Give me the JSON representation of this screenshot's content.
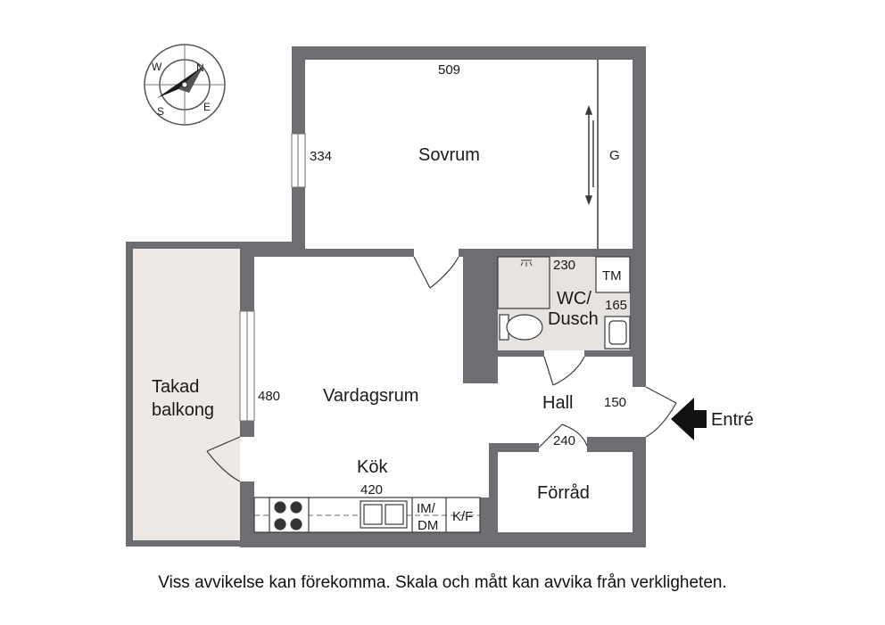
{
  "rooms": {
    "sovrum": "Sovrum",
    "vardagsrum": "Vardagsrum",
    "kok": "Kök",
    "takad_balkong_line1": "Takad",
    "takad_balkong_line2": "balkong",
    "wc_line1": "WC/",
    "wc_line2": "Dusch",
    "hall": "Hall",
    "forrad": "Förråd"
  },
  "dimensions": {
    "sovrum_width": "509",
    "sovrum_depth": "334",
    "wc_width": "230",
    "wc_depth": "165",
    "vardagsrum_depth": "480",
    "kok_width": "420",
    "hall_width": "150",
    "hall_depth": "240"
  },
  "fixtures": {
    "tm": "TM",
    "im_dm_line1": "IM/",
    "im_dm_line2": "DM",
    "kf": "K/F",
    "wardrobe": "G"
  },
  "entrance": "Entré",
  "compass": {
    "n": "N",
    "e": "E",
    "s": "S",
    "w": "W"
  },
  "disclaimer": "Viss avvikelse kan förekomma. Skala och mått kan avvika från verkligheten.",
  "colors": {
    "wall": "#6d6e71",
    "balcony_fill": "#efe9e5",
    "wet_room_fill": "#e6e3e0",
    "line": "#3a3a3a"
  }
}
